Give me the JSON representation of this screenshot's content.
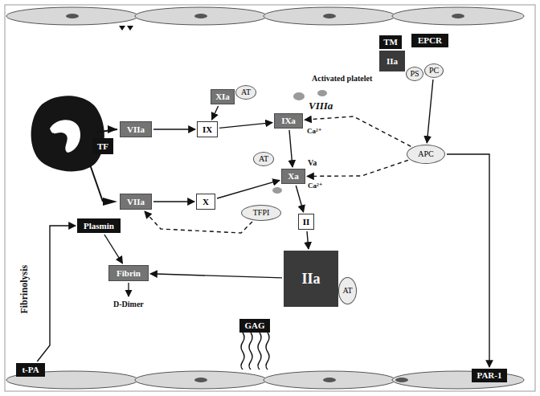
{
  "diagram": {
    "nodes": [
      {
        "text": [
          "TM"
        ]
      },
      {
        "text": [
          "EPCR"
        ]
      },
      {
        "text": [
          "IIa"
        ]
      },
      {
        "text": [
          "PS"
        ]
      },
      {
        "text": [
          "PC"
        ]
      },
      {
        "text": [
          "XIa"
        ]
      },
      {
        "text": [
          "AT"
        ]
      },
      {
        "text": [
          "IXa"
        ]
      },
      {
        "text": [
          "TF"
        ]
      },
      {
        "text": [
          "VIIa"
        ]
      },
      {
        "text": [
          "IX"
        ]
      },
      {
        "text": [
          "APC"
        ]
      },
      {
        "text": [
          "AT"
        ]
      },
      {
        "text": [
          "Xa"
        ]
      },
      {
        "text": [
          "VIIa"
        ]
      },
      {
        "text": [
          "X"
        ]
      },
      {
        "text": [
          "TFPI"
        ]
      },
      {
        "text": [
          "II"
        ]
      },
      {
        "text": [
          "Plasmin"
        ]
      },
      {
        "text": [
          "IIa"
        ]
      },
      {
        "text": [
          "AT"
        ]
      },
      {
        "text": [
          "Fibrin"
        ]
      },
      {
        "text": [
          "GAG"
        ]
      },
      {
        "text": [
          "t-PA"
        ]
      },
      {
        "text": [
          "PAR-1"
        ]
      }
    ],
    "edges": [
      {
        "from": 5,
        "to": 10,
        "arrow": "to"
      },
      {
        "from": 9,
        "to": 10,
        "arrow": "to"
      },
      {
        "from": 10,
        "to": 7,
        "arrow": "to"
      },
      {
        "from": 7,
        "to": 13,
        "arrow": "to"
      },
      {
        "from": 14,
        "to": 15,
        "arrow": "to"
      },
      {
        "from": 15,
        "to": 13,
        "arrow": "to"
      },
      {
        "from": 13,
        "to": 17,
        "arrow": "to"
      },
      {
        "from": 17,
        "to": 19,
        "arrow": "to"
      },
      {
        "from": 19,
        "to": 21,
        "arrow": "to"
      },
      {
        "from": 18,
        "to": 21,
        "arrow": "to"
      },
      {
        "from": 23,
        "to": 18,
        "arrow": "to"
      },
      {
        "from": 4,
        "to": 11,
        "arrow": "to"
      },
      {
        "from": 11,
        "to": 7,
        "arrow": "to"
      },
      {
        "from": 11,
        "to": 13,
        "arrow": "to"
      },
      {
        "from": 16,
        "to": 14,
        "arrow": "to"
      },
      {
        "from": 11,
        "to": 24,
        "arrow": "to"
      }
    ],
    "labels": [
      "Activated platelet",
      "VIIIa",
      "Ca²⁺",
      "Va",
      "Ca²⁺",
      "D-Dimer",
      "Fibrinolysis"
    ]
  }
}
